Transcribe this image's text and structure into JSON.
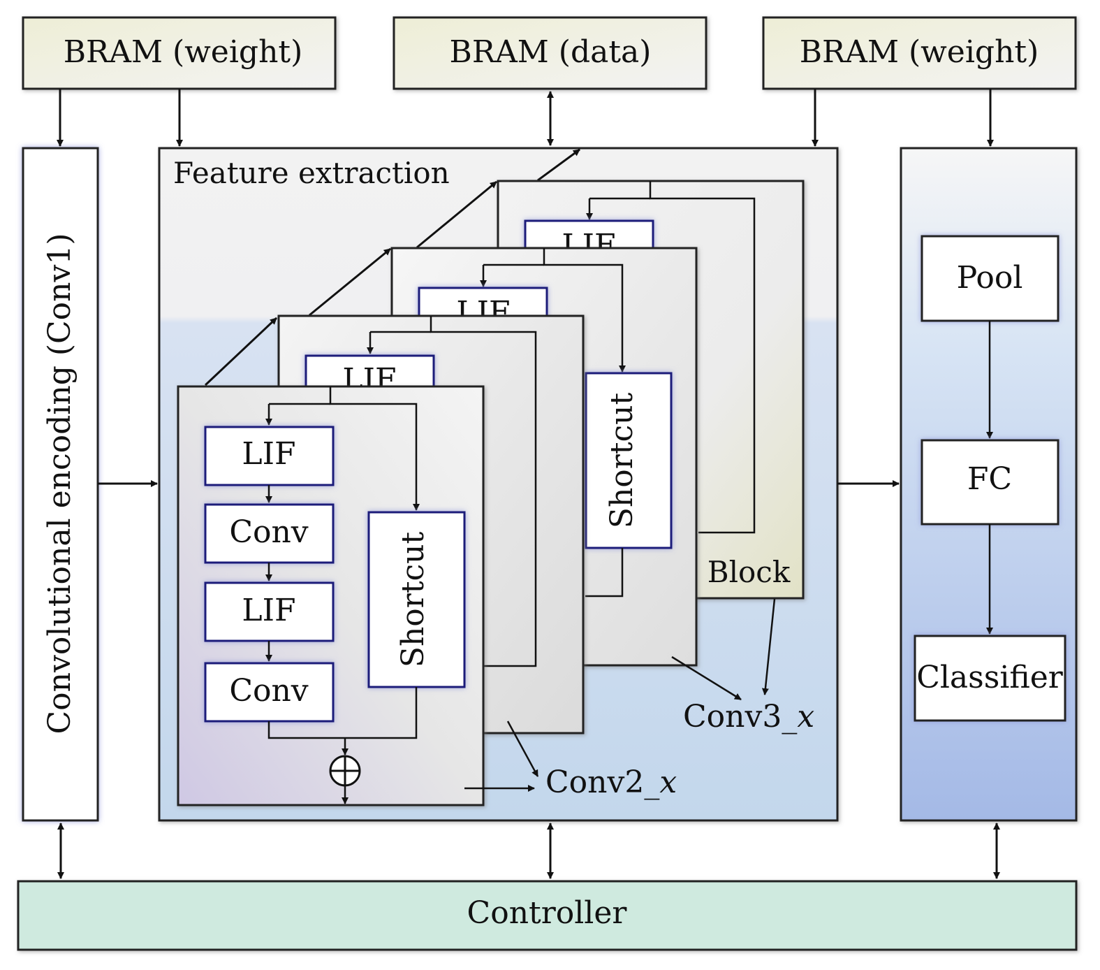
{
  "bram": {
    "left": "BRAM (weight)",
    "middle": "BRAM (data)",
    "right": "BRAM (weight)"
  },
  "encoder": {
    "label": "Convolutional encoding (Conv1)"
  },
  "feature": {
    "title": "Feature extraction",
    "block_label": "Block",
    "conv3_label": "Conv3_",
    "conv2_label": "Conv2_",
    "italic_x": "x",
    "lif_label": "LIF",
    "conv_label": "Conv",
    "shortcut_label": "Shortcut"
  },
  "head": {
    "pool": "Pool",
    "fc": "FC",
    "classifier": "Classifier"
  },
  "controller": {
    "label": "Controller"
  }
}
